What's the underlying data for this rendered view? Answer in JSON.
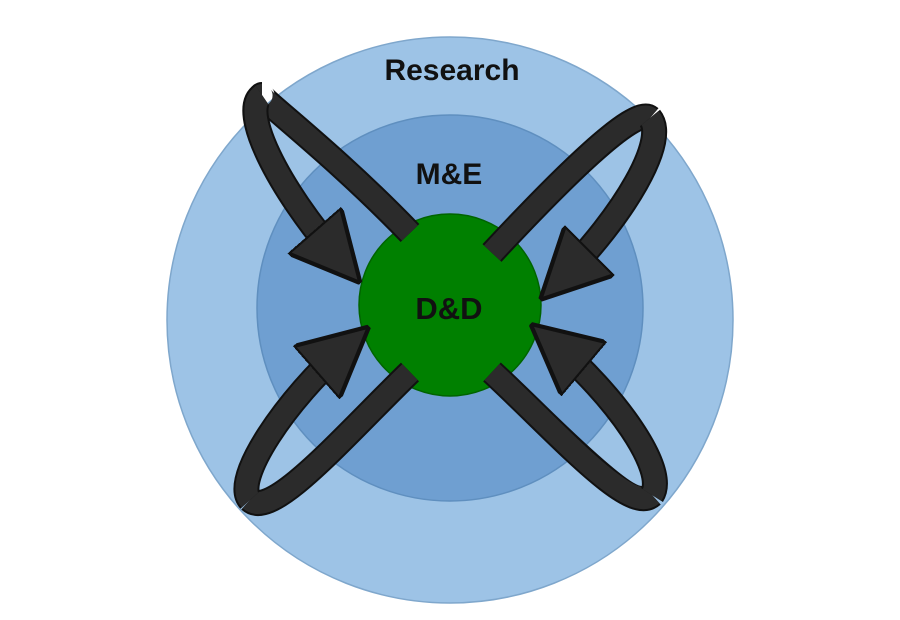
{
  "diagram": {
    "outer_ring": {
      "label": "Research",
      "color": "#9dc3e6",
      "stroke": "#7fa7cc"
    },
    "middle_ring": {
      "label": "M&E",
      "color": "#6f9fd1",
      "stroke": "#5f8fbf"
    },
    "core": {
      "label": "D&D",
      "color": "#008000",
      "stroke": "#006400"
    },
    "arrow_color": "#2b2b2b",
    "arrow_edge_color": "#111111"
  }
}
